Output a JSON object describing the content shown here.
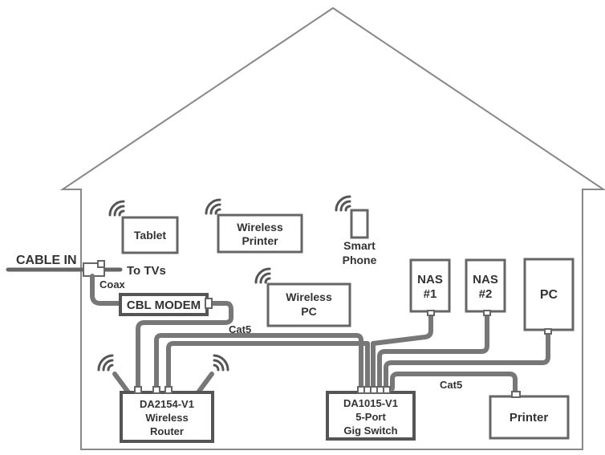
{
  "labels": {
    "cable_in": "CABLE IN",
    "to_tvs": "To TVs",
    "coax": "Coax",
    "modem": "CBL MODEM",
    "cat5_modem": "Cat5",
    "cat5_printer": "Cat5",
    "tablet": "Tablet",
    "wireless_printer": [
      "Wireless",
      "Printer"
    ],
    "smart_phone": [
      "Smart",
      "Phone"
    ],
    "wireless_pc": [
      "Wireless",
      "PC"
    ],
    "nas1": [
      "NAS",
      "#1"
    ],
    "nas2": [
      "NAS",
      "#2"
    ],
    "pc": "PC",
    "printer": "Printer",
    "router": [
      "DA2154-V1",
      "Wireless",
      "Router"
    ],
    "switch": [
      "DA1015-V1",
      "5-Port",
      "Gig Switch"
    ]
  },
  "colors": {
    "background": "#ffffff",
    "outline": "#666666",
    "cable": "#777777",
    "text": "#333333"
  },
  "icons": [
    "wifi-signal-icon",
    "router-antenna-icon"
  ]
}
